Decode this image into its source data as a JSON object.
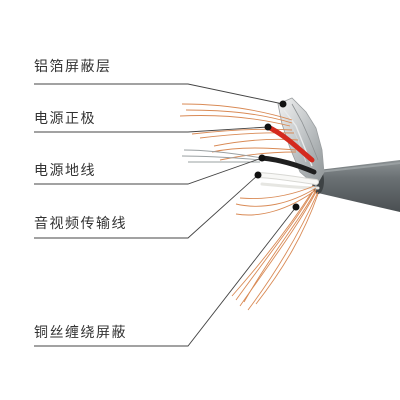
{
  "labels": [
    "铝箔屏蔽层",
    "电源正极",
    "电源地线",
    "音视频传输线",
    "铜丝缠绕屏蔽"
  ],
  "colors": {
    "background": "#ffffff",
    "text": "#333333",
    "leader_line": "#444444",
    "cable_jacket": "#5a6063",
    "cable_jacket_highlight": "#8c9294",
    "foil": "#c9ccce",
    "positive_wire": "#d42a1e",
    "ground_wire": "#1f1f1f",
    "av_wire": "#f3f3f0",
    "copper": "#d98a55",
    "marker_dot": "#111111"
  },
  "icons": {
    "marker": "black-dot"
  }
}
